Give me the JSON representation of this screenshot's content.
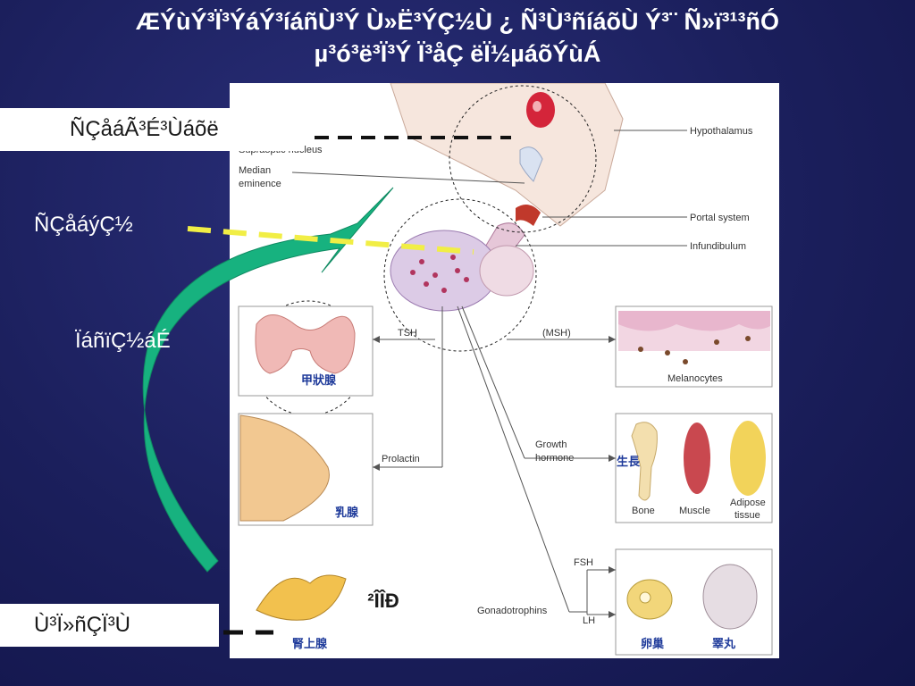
{
  "slide": {
    "title_line1": "ÆÝùÝ³Ï³ÝáÝ³íáñÙ³Ý Ù»Ë³ÝÇ½Ù ¿ Ñ³Ù³ñíáõÙ Ý³¨ Ñ»ï³¹³ñÓ",
    "title_line2": "µ³ó³ë³Ï³Ý Ï³åÇ ëÏ½µáõÝùÁ"
  },
  "labels": {
    "left_top": "ÑÇåáÃ³É³Ùáõë",
    "left_second": "ÑÇåáýÇ½",
    "left_third": "ÏáñïÇ½áÉ",
    "left_bottom": "Ù³Ï»ñÇÏ³Ù",
    "gland_tag": "²ÎÎÐ"
  },
  "diagram": {
    "hypothalamus": "Hypothalamus",
    "supraoptic": "Supraoptic nucleus",
    "median": "Median",
    "eminence": "eminence",
    "portal": "Portal system",
    "infundibulum": "Infundibulum",
    "tsh": "TSH",
    "msh": "(MSH)",
    "melanocytes": "Melanocytes",
    "thyroid_cn": "甲狀腺",
    "prolactin": "Prolactin",
    "breast_cn": "乳腺",
    "growth1": "Growth",
    "growth2": "hormone",
    "growth_cn": "生長",
    "bone": "Bone",
    "muscle": "Muscle",
    "adipose1": "Adipose",
    "adipose2": "tissue",
    "fsh": "FSH",
    "lh": "LH",
    "gonado": "Gonadotrophins",
    "adrenal_cn": "腎上腺",
    "ovary_cn": "卵巢",
    "testis_cn": "睪丸"
  },
  "colors": {
    "background": "#1b1f5c",
    "arrow": "#17b27f",
    "dash_dark": "#111111",
    "dash_yellow": "#f1ee45"
  }
}
